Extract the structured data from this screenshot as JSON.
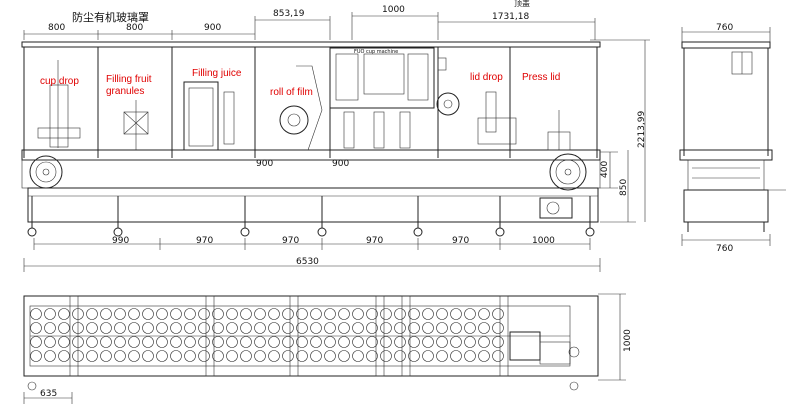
{
  "title_cn": "防尘有机玻璃罩",
  "top_label_cn": "顶盖",
  "stations": [
    {
      "label": "cup drop"
    },
    {
      "label": "Filling fruit\ngranules"
    },
    {
      "label": "Filling juice"
    },
    {
      "label": "roll of film"
    },
    {
      "label": "lid drop"
    },
    {
      "label": "Press lid"
    }
  ],
  "dims_top": {
    "d800a": "800",
    "d800b": "800",
    "d900": "900",
    "d853": "853,19",
    "d1000": "1000",
    "d1731": "1731,18"
  },
  "dims_mid": {
    "d900a": "900",
    "d900b": "900",
    "d2213": "2213,99",
    "d400": "400",
    "d850": "850"
  },
  "dims_bottom": {
    "d990": "990",
    "d970a": "970",
    "d970b": "970",
    "d970c": "970",
    "d970d": "970",
    "d1000": "1000",
    "d6530": "6530"
  },
  "side_view": {
    "top_width": "760",
    "bottom_width": "760"
  },
  "plan_view": {
    "d635": "635",
    "d1000": "1000"
  }
}
